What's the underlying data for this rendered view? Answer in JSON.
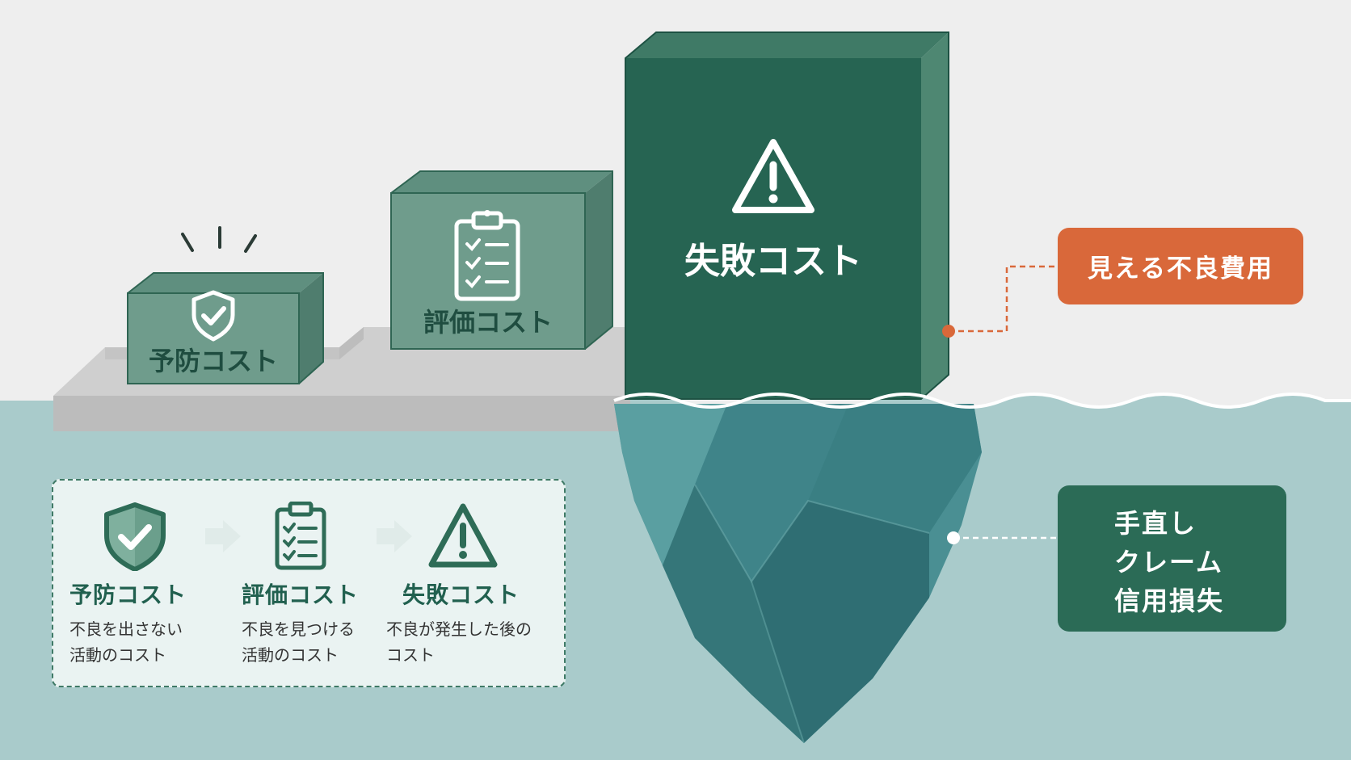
{
  "blocks": {
    "prevention_label": "予防コスト",
    "appraisal_label": "評価コスト",
    "failure_label": "失敗コスト"
  },
  "legend": {
    "steps": [
      {
        "title": "予防コスト",
        "desc_line1": "不良を出さない",
        "desc_line2": "活動のコスト",
        "icon": "shield-check-icon"
      },
      {
        "title": "評価コスト",
        "desc_line1": "不良を見つける",
        "desc_line2": "活動のコスト",
        "icon": "clipboard-checklist-icon"
      },
      {
        "title": "失敗コスト",
        "desc_line1": "不良が発生した後の",
        "desc_line2": "コスト",
        "icon": "warning-triangle-icon"
      }
    ]
  },
  "callouts": {
    "visible": "見える不良費用",
    "hidden_lines": [
      "手直し",
      "クレーム",
      "信用損失"
    ]
  },
  "colors": {
    "block_green": "#6f9c8c",
    "failure_green": "#266452",
    "accent_orange": "#d9683a",
    "water": "#a9cbcb",
    "iceberg": "#3f8a8d"
  }
}
